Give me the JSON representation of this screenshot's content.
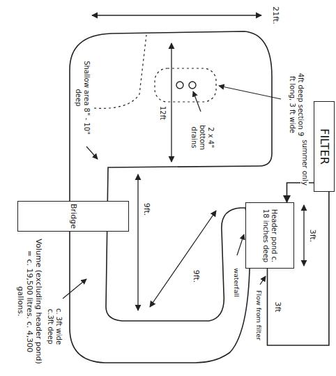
{
  "diagram": {
    "nodes": [
      {
        "text": [
          "FILTER"
        ]
      },
      {
        "text": [
          "Header pond c. 18 inches deep"
        ]
      },
      {
        "text": [
          "Bridge"
        ]
      }
    ],
    "edges": [
      {
        "from": 0,
        "to": 1,
        "arrow": "to",
        "label": "summer only"
      },
      {
        "from": 0,
        "to": 1,
        "arrow": "none"
      }
    ],
    "labels": [
      "21ft.",
      "Shallow area 8\" - 10\" deep",
      "12ft",
      "4ft deep section 9 ft long, 3 ft wide",
      "2 x 4\" bottom drains",
      "9ft.",
      "9ft.",
      "3ft.",
      "3ft",
      "Flow from filter",
      "waterfall",
      "c. 3ft wide c.3ft deep",
      "Volume (excluding header pond) = c. 19,500 litres. c. 4,300 gallons."
    ]
  }
}
